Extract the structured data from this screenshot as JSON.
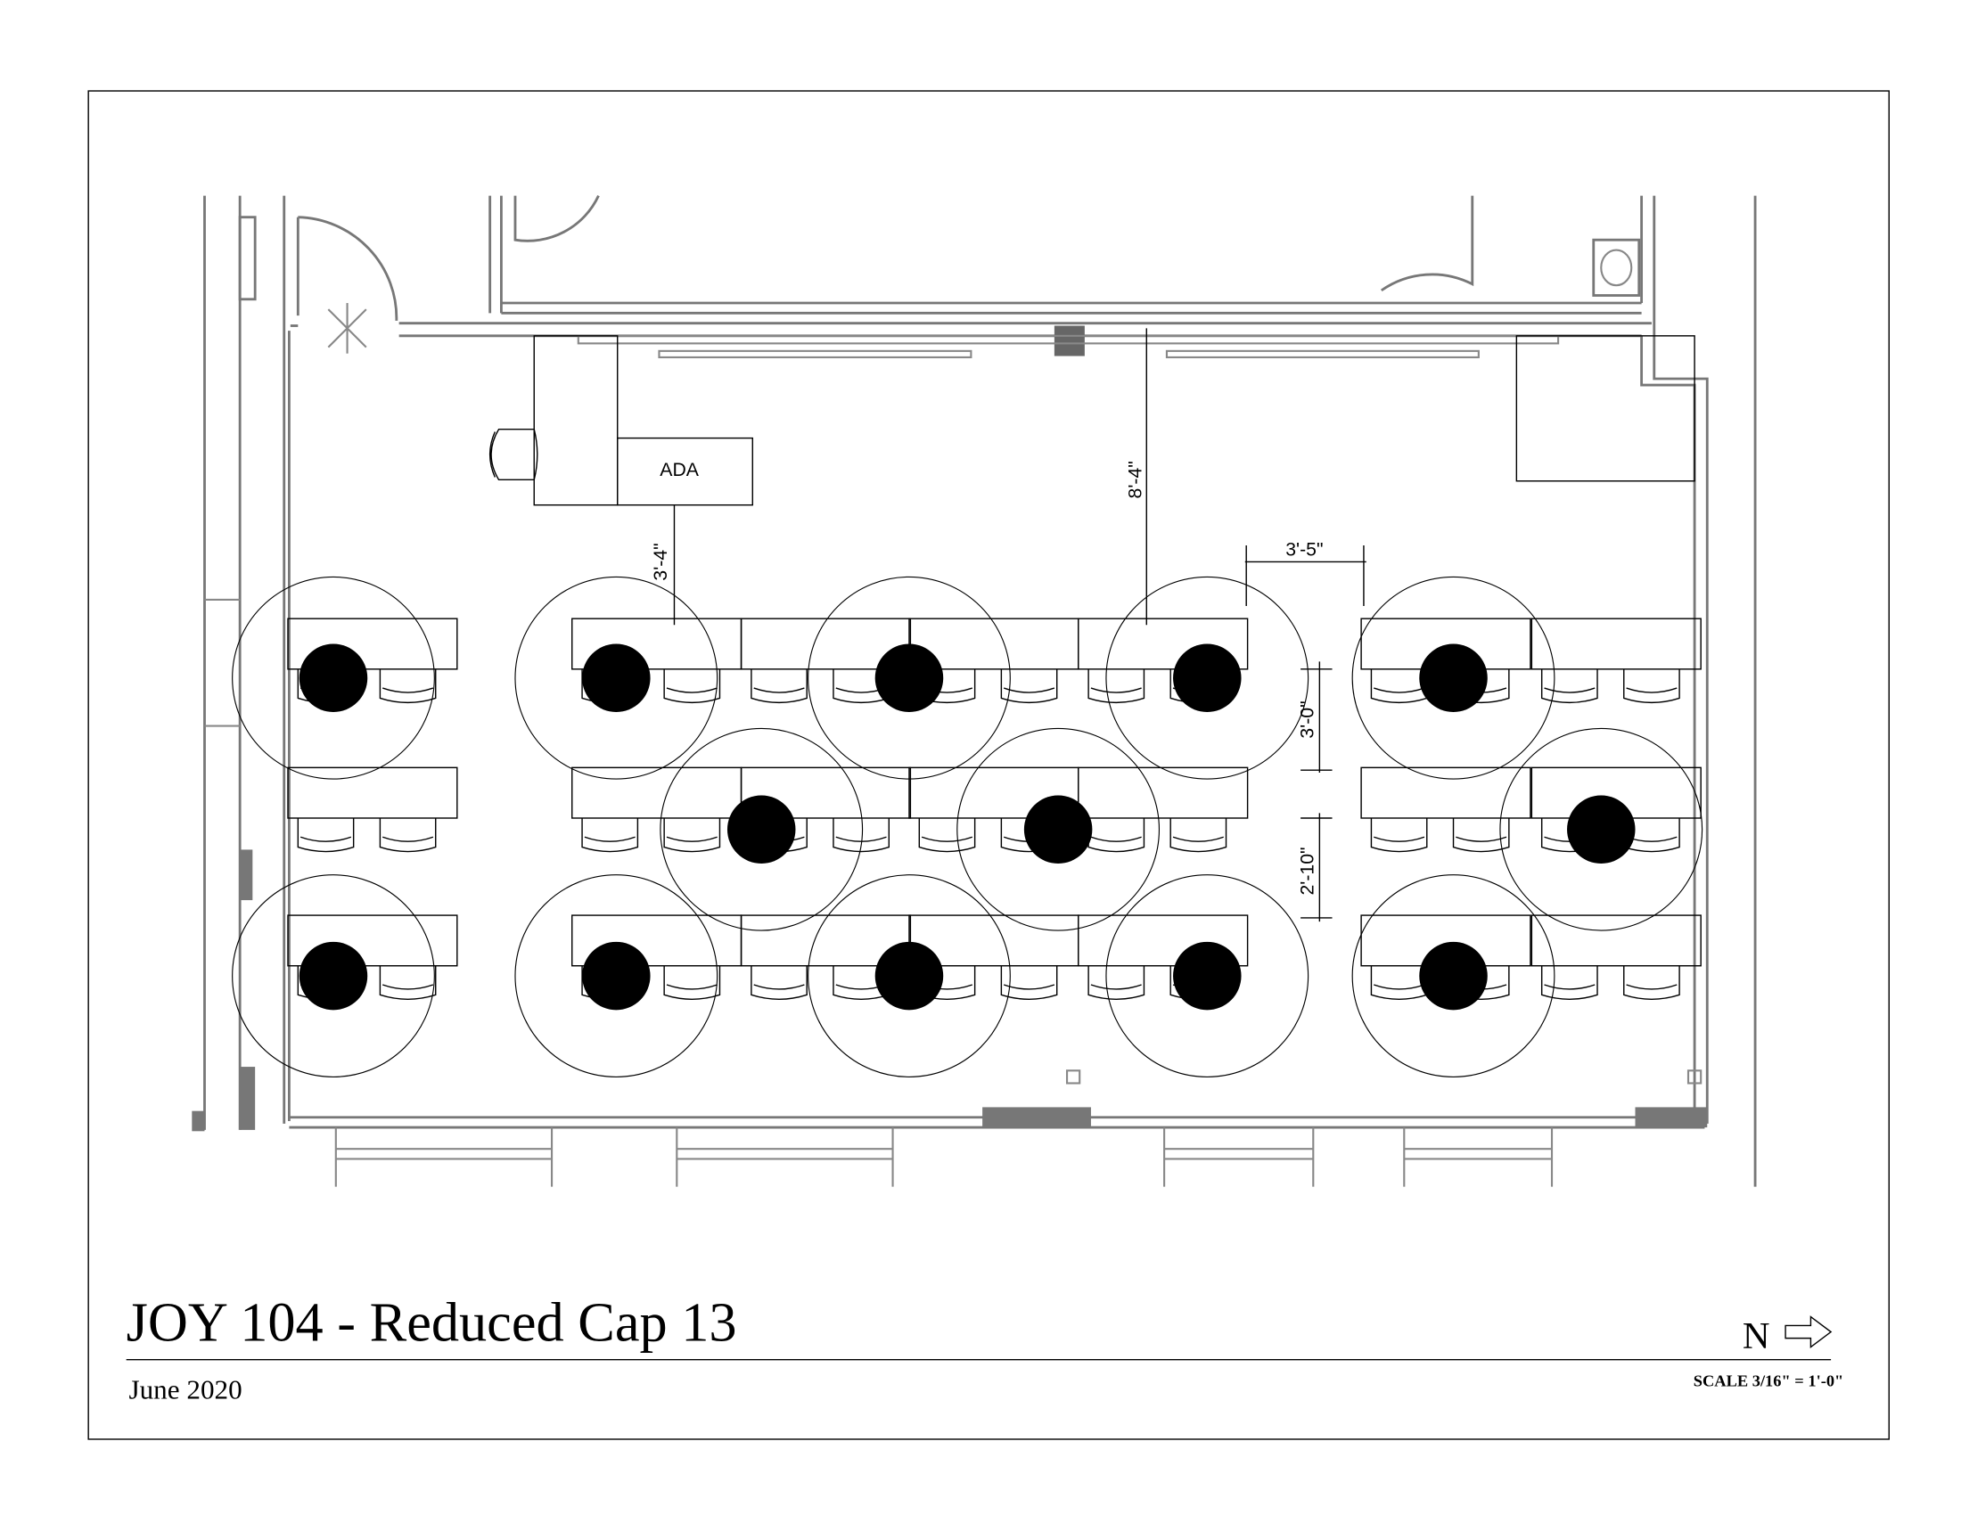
{
  "title": "JOY 104 - Reduced Cap 13",
  "date": "June 2020",
  "north_label": "N",
  "scale": "SCALE 3/16\" = 1'-0\"",
  "ada_label": "ADA",
  "dimensions": {
    "ada_clearance": "3'-4\"",
    "front_clearance": "8'-4\"",
    "aisle_width": "3'-5\"",
    "row_spacing_1": "3'-0\"",
    "row_spacing_2": "2'-10\""
  },
  "seat_count": 13
}
